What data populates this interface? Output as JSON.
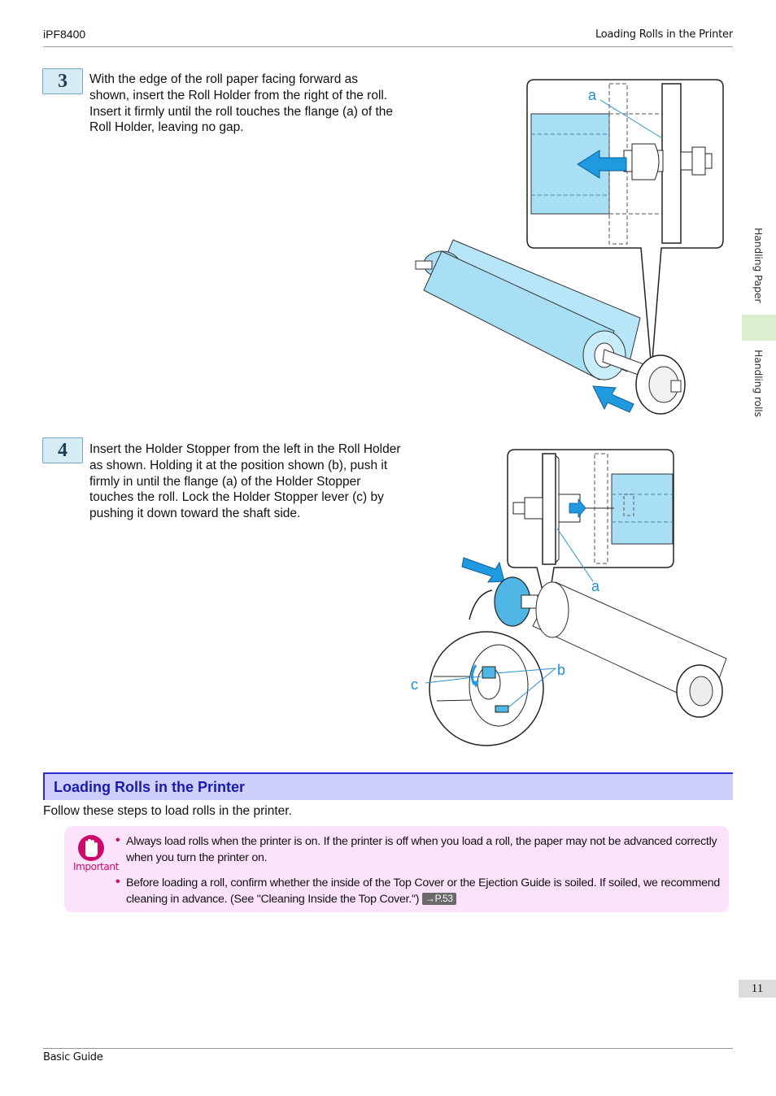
{
  "header": {
    "model": "iPF8400",
    "section": "Loading Rolls in the Printer"
  },
  "side_tabs": {
    "chapter": "Handling Paper",
    "subsection": "Handling rolls"
  },
  "steps": [
    {
      "number": "3",
      "text": "With the edge of the roll paper facing forward as shown, insert the Roll Holder from the right of the roll. Insert it firmly until the roll touches the flange (a) of the Roll Holder, leaving no gap.",
      "callouts": [
        "a"
      ]
    },
    {
      "number": "4",
      "text": "Insert the Holder Stopper from the left in the Roll Holder as shown. Holding it at the position shown (b), push it firmly in until the flange (a) of the Holder Stopper touches the roll. Lock the Holder Stopper lever (c) by pushing it down toward the shaft side.",
      "callouts": [
        "a",
        "b",
        "c"
      ]
    }
  ],
  "section": {
    "title": "Loading Rolls in the Printer",
    "intro": "Follow these steps to load rolls in the printer."
  },
  "important": {
    "label": "Important",
    "bullets": [
      {
        "text": "Always load rolls when the printer is on. If the printer is off when you load a roll, the paper may not be advanced correctly when you turn the printer on."
      },
      {
        "text": "Before loading a roll, confirm whether the inside of the Top Cover or the Ejection Guide is soiled. If soiled, we recommend cleaning in advance.  (See \"Cleaning Inside the Top Cover.\") ",
        "xref": "→P.53"
      }
    ]
  },
  "page_number": "11",
  "footer": "Basic Guide",
  "colors": {
    "accent_blue": "#2b2bcf",
    "important_pink": "#fde2fc",
    "paper_blue": "#a8dff5",
    "arrow_blue": "#1f9ae0"
  }
}
